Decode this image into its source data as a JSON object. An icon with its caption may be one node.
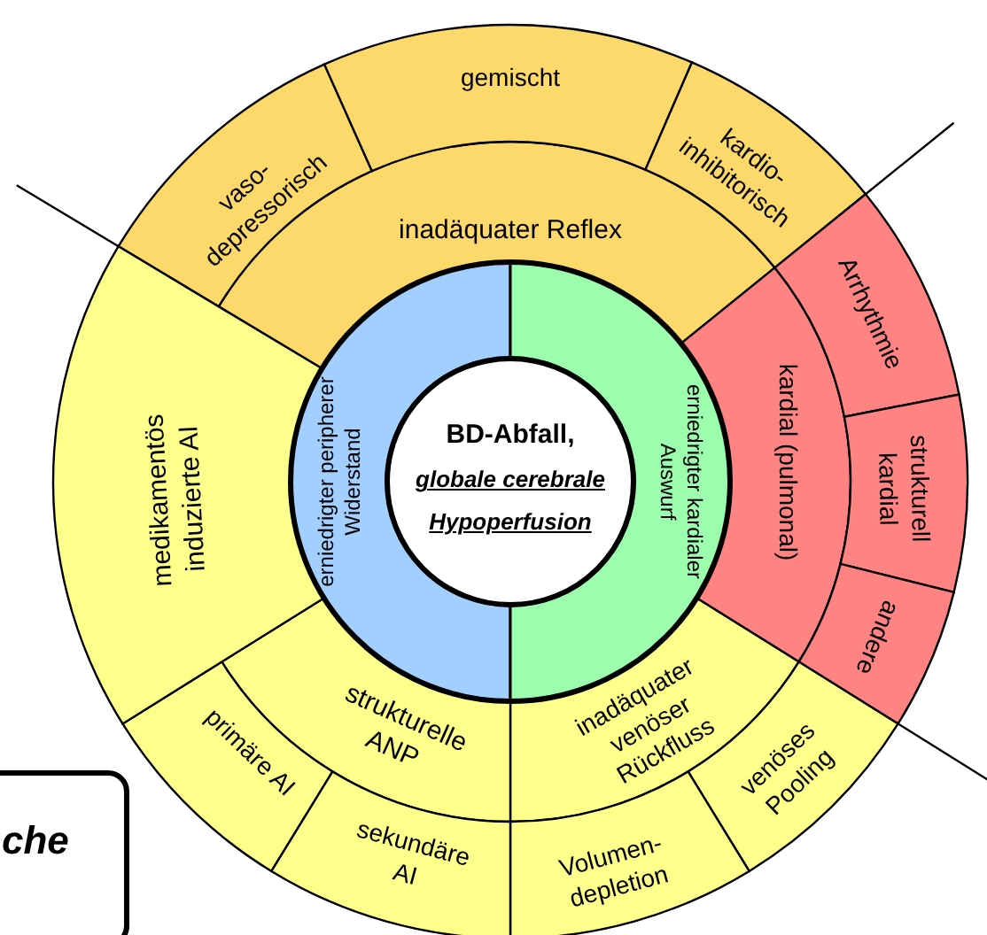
{
  "diagram": {
    "nodes": [
      {
        "text": [
          "BD-Abfall,",
          "globale cerebrale Hypoperfusion"
        ]
      },
      {
        "text": [
          "erniedrigter peripherer Widerstand"
        ]
      },
      {
        "text": [
          "erniedrigter kardialer Auswurf"
        ]
      },
      {
        "text": [
          "inadäquater Reflex"
        ]
      },
      {
        "text": [
          "vaso-depressorisch"
        ]
      },
      {
        "text": [
          "gemischt"
        ]
      },
      {
        "text": [
          "kardio-inhibitorisch"
        ]
      },
      {
        "text": [
          "kardial (pulmonal)"
        ]
      },
      {
        "text": [
          "Arrhythmie"
        ]
      },
      {
        "text": [
          "strukturell kardial"
        ]
      },
      {
        "text": [
          "andere"
        ]
      },
      {
        "text": [
          "inadäquater venöser Rückfluss"
        ]
      },
      {
        "text": [
          "venöses Pooling"
        ]
      },
      {
        "text": [
          "Volumen-depletion"
        ]
      },
      {
        "text": [
          "strukturelle ANP"
        ]
      },
      {
        "text": [
          "primäre AI"
        ]
      },
      {
        "text": [
          "sekundäre AI"
        ]
      },
      {
        "text": [
          "medikamentös induzierte AI"
        ]
      },
      {
        "text": [
          "che"
        ]
      }
    ]
  }
}
